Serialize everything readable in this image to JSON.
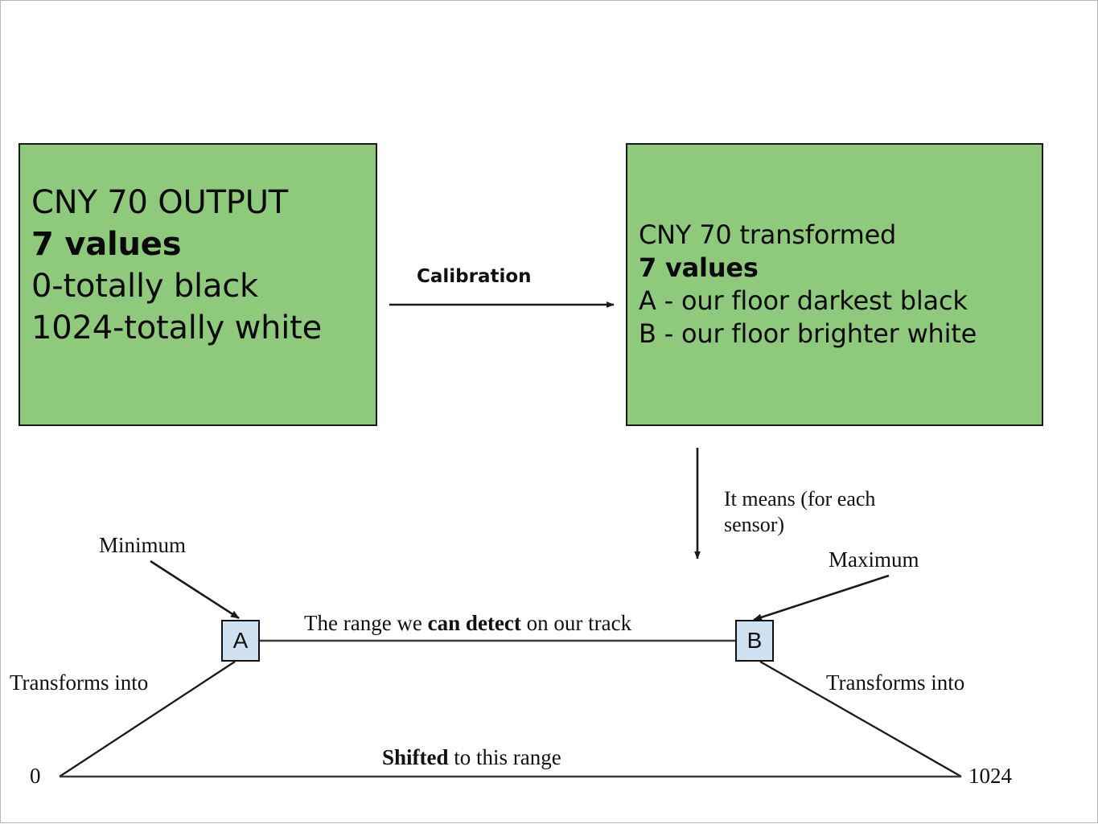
{
  "diagram": {
    "title_not_shown": null,
    "colors": {
      "box_fill_green": "#8FC97C",
      "node_fill_blue": "#CFE0F3",
      "stroke": "#111111",
      "canvas": "#ffffff"
    },
    "green_boxes": [
      {
        "id": "cny70-output",
        "lines": [
          {
            "text": "CNY 70 OUTPUT",
            "bold": false
          },
          {
            "text": "7 values",
            "bold": true
          },
          {
            "text": "0-totally black",
            "bold": false
          },
          {
            "text": "1024-totally white",
            "bold": false
          }
        ]
      },
      {
        "id": "cny70-transformed",
        "lines": [
          {
            "text": "CNY 70 transformed",
            "bold": false
          },
          {
            "text": "7 values",
            "bold": true
          },
          {
            "text": "A - our floor darkest black",
            "bold": false
          },
          {
            "text": "B - our floor brighter white",
            "bold": false
          }
        ]
      }
    ],
    "connectors": [
      {
        "id": "calibration-arrow",
        "label": "Calibration",
        "direction": "right"
      },
      {
        "id": "it-means-arrow",
        "label": "It means (for each sensor)",
        "direction": "down"
      }
    ],
    "nodes": [
      {
        "id": "node-a",
        "label": "A",
        "annotation": "Minimum"
      },
      {
        "id": "node-b",
        "label": "B",
        "annotation": "Maximum"
      }
    ],
    "range_labels": {
      "detect_prefix": "The range we ",
      "detect_bold": "can detect",
      "detect_suffix": " on our track",
      "shifted_bold": "Shifted",
      "shifted_suffix": " to this range",
      "transforms_left": "Transforms into",
      "transforms_right": "Transforms into",
      "scale_min": "0",
      "scale_max": "1024"
    }
  }
}
